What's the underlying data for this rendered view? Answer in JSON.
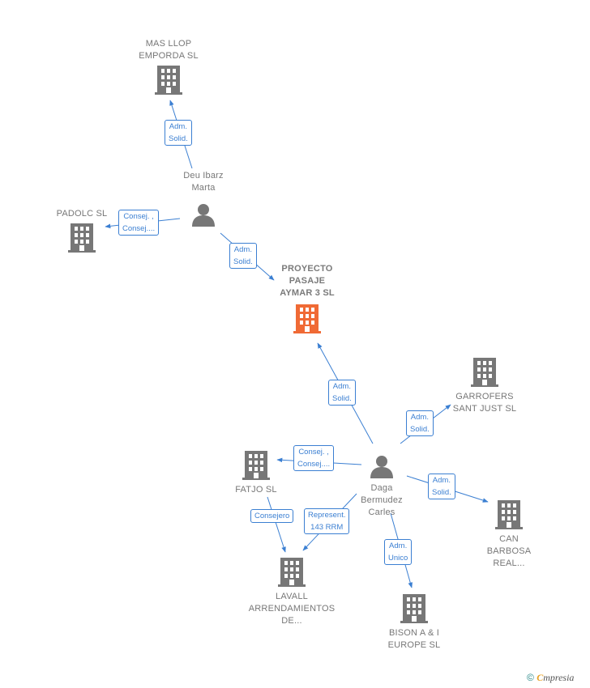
{
  "colors": {
    "edge": "#3b7fd2",
    "node": "#777777",
    "center": "#f06a35"
  },
  "nodes": [
    {
      "id": "masllop",
      "lines": [
        "MAS LLOP",
        "EMPORDA SL"
      ],
      "kind": "company"
    },
    {
      "id": "deu",
      "lines": [
        "Deu Ibarz",
        "Marta"
      ],
      "kind": "person"
    },
    {
      "id": "padolc",
      "lines": [
        "PADOLC SL"
      ],
      "kind": "company"
    },
    {
      "id": "proyecto",
      "lines": [
        "PROYECTO",
        "PASAJE",
        "AYMAR 3  SL"
      ],
      "kind": "center"
    },
    {
      "id": "garrofers",
      "lines": [
        "GARROFERS",
        "SANT JUST  SL"
      ],
      "kind": "company"
    },
    {
      "id": "fatjo",
      "lines": [
        "FATJO  SL"
      ],
      "kind": "company"
    },
    {
      "id": "daga",
      "lines": [
        "Daga",
        "Bermudez",
        "Carles"
      ],
      "kind": "person"
    },
    {
      "id": "can",
      "lines": [
        "CAN",
        "BARBOSA",
        "REAL..."
      ],
      "kind": "company"
    },
    {
      "id": "lavall",
      "lines": [
        "LAVALL",
        "ARRENDAMIENTOS",
        "DE..."
      ],
      "kind": "company"
    },
    {
      "id": "bison",
      "lines": [
        "BISON A & I",
        "EUROPE  SL"
      ],
      "kind": "company"
    }
  ],
  "edges": [
    {
      "id": "e1",
      "from": "deu",
      "to": "masllop",
      "label": [
        "Adm.",
        "Solid."
      ]
    },
    {
      "id": "e2",
      "from": "deu",
      "to": "padolc",
      "label": [
        "Consej. ,",
        "Consej...."
      ]
    },
    {
      "id": "e3",
      "from": "deu",
      "to": "proyecto",
      "label": [
        "Adm.",
        "Solid."
      ]
    },
    {
      "id": "e4",
      "from": "daga",
      "to": "proyecto",
      "label": [
        "Adm.",
        "Solid."
      ]
    },
    {
      "id": "e5",
      "from": "daga",
      "to": "garrofers",
      "label": [
        "Adm.",
        "Solid."
      ]
    },
    {
      "id": "e6",
      "from": "daga",
      "to": "fatjo",
      "label": [
        "Consej. ,",
        "Consej...."
      ]
    },
    {
      "id": "e7",
      "from": "daga",
      "to": "can",
      "label": [
        "Adm.",
        "Solid."
      ]
    },
    {
      "id": "e8",
      "from": "daga",
      "to": "lavall",
      "label": [
        "Represent.",
        "143 RRM"
      ]
    },
    {
      "id": "e9",
      "from": "fatjo",
      "to": "lavall",
      "label": [
        "Consejero"
      ]
    },
    {
      "id": "e10",
      "from": "daga",
      "to": "bison",
      "label": [
        "Adm.",
        "Unico"
      ]
    }
  ],
  "footer": {
    "copyright": "©",
    "brand_initial": "C",
    "brand_rest": "mpresia"
  }
}
